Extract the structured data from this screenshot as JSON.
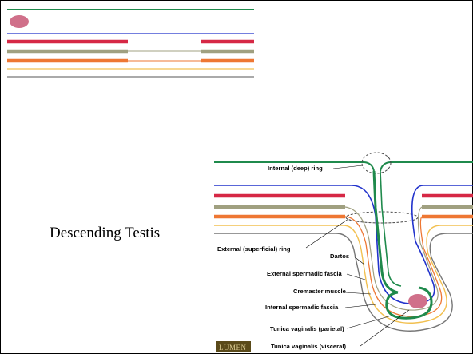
{
  "slide": {
    "title": "Descending Testis"
  },
  "diagram": {
    "labels": {
      "deep_ring": "Internal (deep) ring",
      "superficial_ring": "External (superficial) ring",
      "dartos": "Dartos",
      "ext_fascia": "External spermadic fascia",
      "cremaster": "Cremaster muscle",
      "int_fascia": "Internal spermadic fascia",
      "tv_parietal": "Tunica vaginalis (parietal)",
      "tv_visceral": "Tunica vaginalis (visceral)"
    },
    "logo": "LUMEN",
    "colors": {
      "peritoneum": "#1f8a4c",
      "transversalis": "#2233cc",
      "muscle": "#d62845",
      "oblique": "#a0a080",
      "external_oblique": "#ee7733",
      "fascia_yellow": "#f2c050",
      "testis": "#d0708a",
      "dartos": "#777777"
    }
  }
}
